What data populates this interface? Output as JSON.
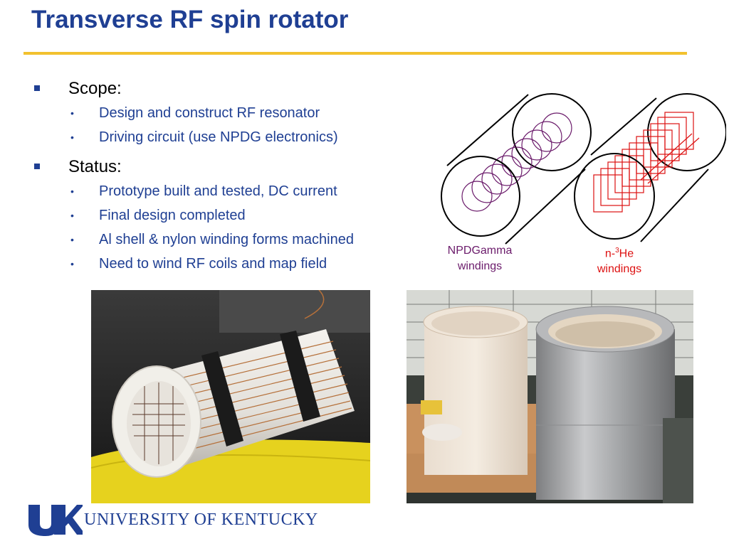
{
  "slide": {
    "title": "Transverse RF spin rotator"
  },
  "bullets": {
    "scope": {
      "label": "Scope:",
      "items": [
        "Design and construct RF resonator",
        "Driving circuit (use NPDG electronics)"
      ]
    },
    "status": {
      "label": "Status:",
      "items": [
        "Prototype built and tested, DC current",
        "Final design completed",
        "Al shell & nylon winding forms machined",
        "Need to wind RF coils and map field"
      ]
    }
  },
  "diagram": {
    "npdg_caption_line1": "NPDGamma",
    "npdg_caption_line2": "windings",
    "n3he_prefix": "n-",
    "n3he_sup": "3",
    "n3he_suffix": "He",
    "n3he_caption_line2": "windings",
    "npdg_color": "#6b1b6b",
    "n3he_color": "#dd1111"
  },
  "footer": {
    "logo_text": "UNIVERSITY OF KENTUCKY",
    "logo_mark": "UK",
    "brand_color": "#1f3f93"
  }
}
